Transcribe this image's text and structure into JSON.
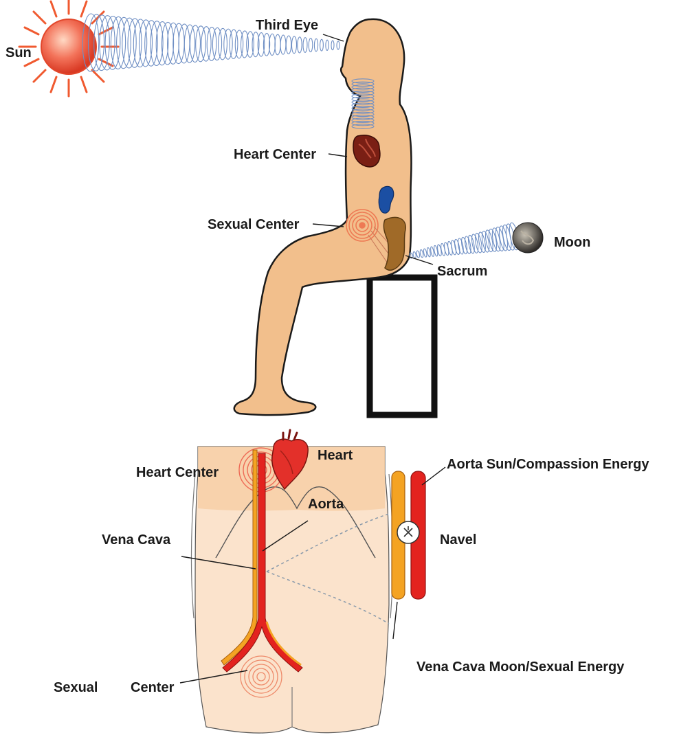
{
  "top_figure": {
    "labels": {
      "sun": "Sun",
      "third_eye": "Third Eye",
      "heart_center": "Heart Center",
      "sexual_center": "Sexual Center",
      "sacrum": "Sacrum",
      "moon": "Moon"
    }
  },
  "bottom_figure": {
    "labels": {
      "heart": "Heart",
      "heart_center": "Heart Center",
      "aorta": "Aorta",
      "vena_cava": "Vena Cava",
      "aorta_energy": "Aorta Sun/Compassion Energy",
      "navel": "Navel",
      "sexual": "Sexual",
      "center": "Center",
      "vena_cava_energy": "Vena Cava Moon/Sexual Energy"
    }
  },
  "colors": {
    "skin": "#f2bf8c",
    "skin_light": "#fbe3cc",
    "aorta_red": "#e3231f",
    "vena_cava_orange": "#f4a323",
    "energy_blue": "#6f8fc4",
    "sun": "#f05a30",
    "outline": "#1a1a1a"
  }
}
